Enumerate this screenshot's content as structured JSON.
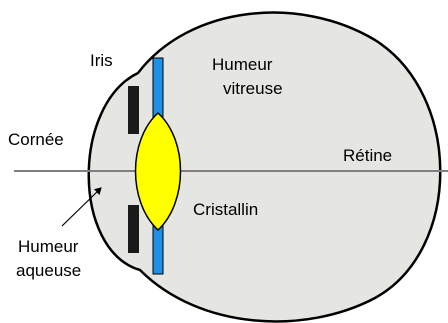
{
  "labels": {
    "iris": "Iris",
    "humeur_vitreuse_line1": "Humeur",
    "humeur_vitreuse_line2": "vitreuse",
    "cornee": "Cornée",
    "retine": "Rétine",
    "cristallin": "Cristallin",
    "humeur_aqueuse_line1": "Humeur",
    "humeur_aqueuse_line2": "aqueuse"
  },
  "colors": {
    "eyeball_fill": "#e5e5e1",
    "outline": "#000000",
    "lens_fill": "#ffff00",
    "zonule_bar": "#1e90e6",
    "iris_bar": "#1a1a1a",
    "optical_axis": "#808080",
    "background": "#ffffff"
  }
}
